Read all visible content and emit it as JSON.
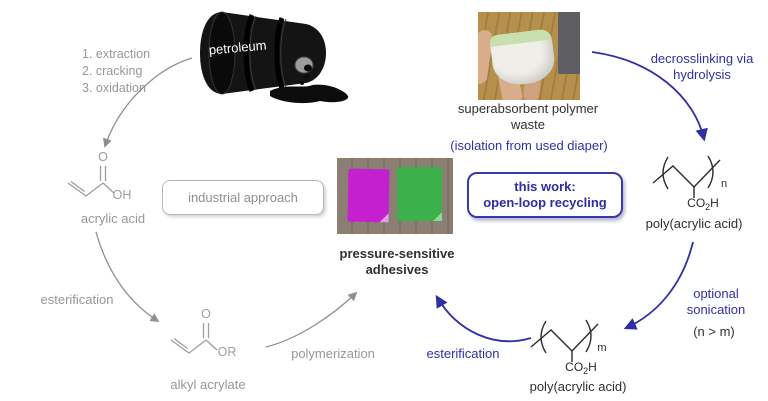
{
  "scheme": {
    "petroleum": {
      "label": "petroleum",
      "steps": [
        "1. extraction",
        "2. cracking",
        "3. oxidation"
      ]
    },
    "acrylic_acid": {
      "label": "acrylic acid",
      "o": "O",
      "oh": "OH"
    },
    "esterification_gray": "esterification",
    "alkyl_acrylate": {
      "label": "alkyl acrylate",
      "o": "O",
      "or": "OR"
    },
    "polymerization": "polymerization",
    "industrial_box": "industrial approach",
    "psa": {
      "line1": "pressure-sensitive",
      "line2": "adhesives"
    },
    "this_work_box": {
      "line1": "this work:",
      "line2": "open-loop recycling"
    },
    "sap": {
      "line1": "superabsorbent polymer",
      "line2": "waste",
      "note": "(isolation from used diaper)"
    },
    "decrosslinking": {
      "line1": "decrosslinking via",
      "line2": "hydrolysis"
    },
    "paa_n": {
      "label": "poly(acrylic acid)",
      "sub": "n",
      "co": "CO",
      "two": "2",
      "h": "H"
    },
    "paa_m": {
      "label": "poly(acrylic acid)",
      "sub": "m",
      "co": "CO",
      "two": "2",
      "h": "H"
    },
    "sonication": {
      "line1": "optional",
      "line2": "sonication",
      "note": "(n > m)"
    },
    "esterification_blue": "esterification",
    "colors": {
      "blue_accent": "#322fa6",
      "gray_path": "#979797",
      "dark_text": "#303030",
      "magenta_note": "#c520cf",
      "green_note": "#3cb14b"
    }
  }
}
